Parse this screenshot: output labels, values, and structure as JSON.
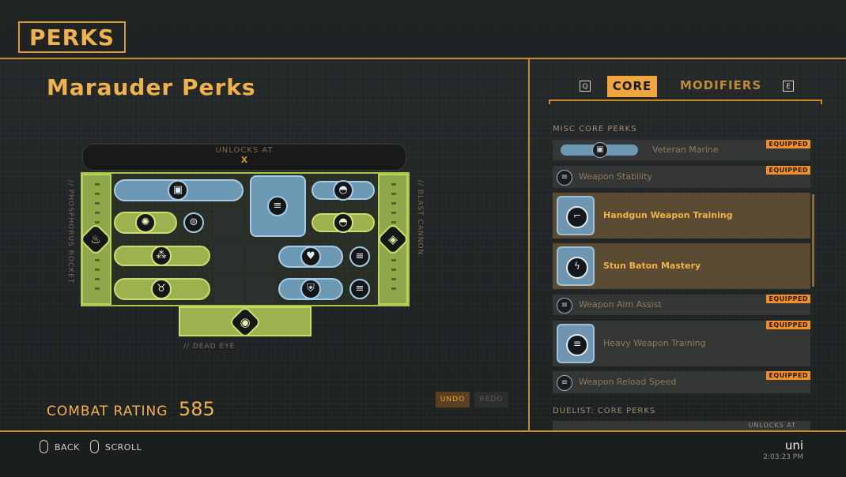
{
  "header": {
    "title": "PERKS"
  },
  "left": {
    "section_title": "Marauder Perks",
    "unlock_banner": {
      "text": "UNLOCKS AT",
      "value": "X"
    },
    "left_column_label": "// PHOSPHORUS ROCKET",
    "right_column_label": "// BLAST CANNON",
    "bottom_node_label": "// DEAD EYE",
    "combat_rating_label": "COMBAT RATING",
    "combat_rating_value": "585",
    "undo_label": "UNDO",
    "redo_label": "REDO"
  },
  "tabs": {
    "prev_key": "Q",
    "next_key": "E",
    "core_label": "CORE",
    "modifiers_label": "MODIFIERS"
  },
  "perk_list": {
    "misc_header": "MISC CORE PERKS",
    "duelist_header": "DUELIST: CORE PERKS",
    "duelist_unlock": "UNLOCKS AT",
    "equipped_badge": "EQUIPPED",
    "items": [
      {
        "label": "Veteran Marine",
        "equipped": true,
        "selected": false,
        "icon": "marine-icon"
      },
      {
        "label": "Weapon Stability",
        "equipped": true,
        "selected": false,
        "icon": "stability-icon"
      },
      {
        "label": "Handgun Weapon Training",
        "equipped": false,
        "selected": true,
        "icon": "handgun-icon"
      },
      {
        "label": "Stun Baton Mastery",
        "equipped": false,
        "selected": true,
        "icon": "baton-icon"
      },
      {
        "label": "Weapon Aim Assist",
        "equipped": true,
        "selected": false,
        "icon": "aim-icon"
      },
      {
        "label": "Heavy Weapon Training",
        "equipped": true,
        "selected": false,
        "icon": "heavy-weapon-icon"
      },
      {
        "label": "Weapon Reload Speed",
        "equipped": true,
        "selected": false,
        "icon": "reload-icon"
      }
    ]
  },
  "footer": {
    "back_label": "BACK",
    "scroll_label": "SCROLL",
    "username": "uni",
    "time": "2:03:23 PM"
  },
  "colors": {
    "accent": "#f1b24a",
    "border": "#c98a2c",
    "equipped": "#ef8e2a",
    "blue_perk": "#6d98b4",
    "green_perk": "#9cb24f"
  }
}
